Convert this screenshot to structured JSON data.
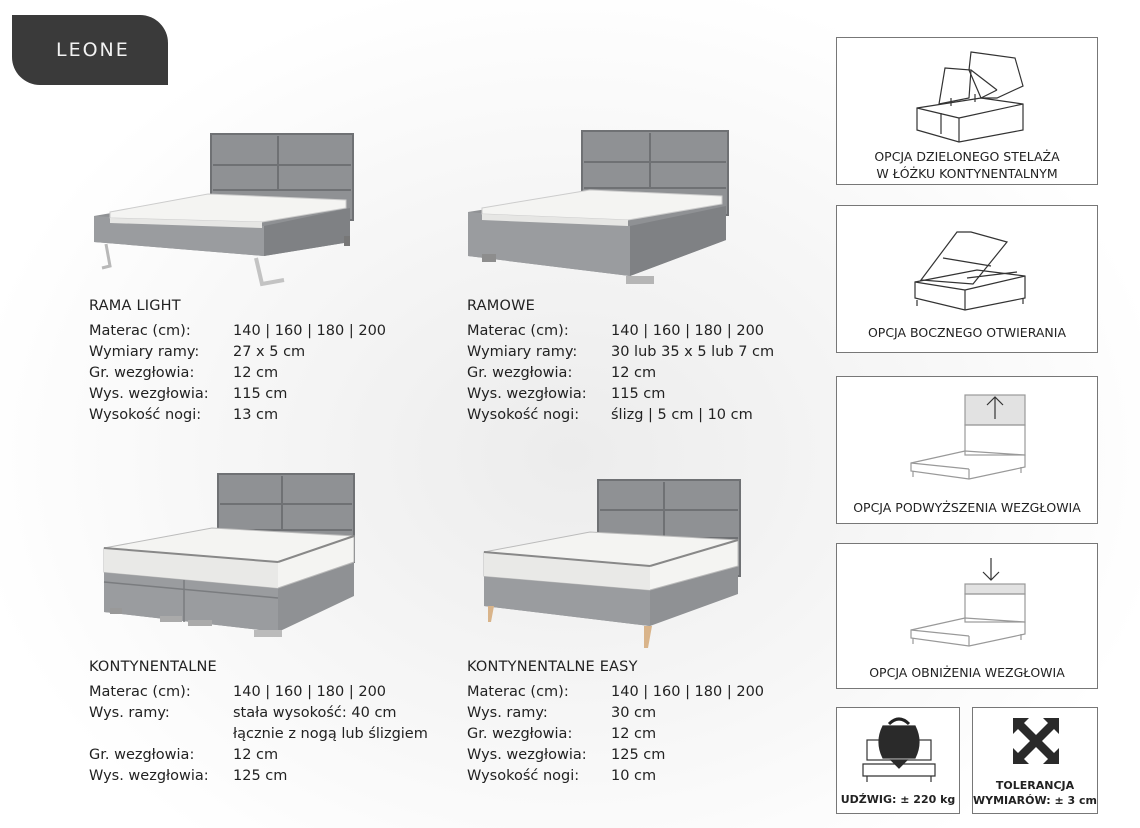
{
  "brand": {
    "name": "LEONE"
  },
  "beds": [
    {
      "id": "rama-light",
      "title": "RAMA LIGHT",
      "specs": [
        {
          "label": "Materac (cm):",
          "value": "140 | 160 | 180 | 200"
        },
        {
          "label": "Wymiary ramy:",
          "value": "27 x 5 cm"
        },
        {
          "label": "Gr. wezgłowia:",
          "value": "12 cm"
        },
        {
          "label": "Wys. wezgłowia:",
          "value": "115 cm"
        },
        {
          "label": "Wysokość nogi:",
          "value": "13 cm"
        }
      ]
    },
    {
      "id": "ramowe",
      "title": "RAMOWE",
      "specs": [
        {
          "label": "Materac (cm):",
          "value": "140 | 160 | 180 | 200"
        },
        {
          "label": "Wymiary ramy:",
          "value": "30 lub 35 x 5 lub 7 cm"
        },
        {
          "label": "Gr. wezgłowia:",
          "value": "12 cm"
        },
        {
          "label": "Wys. wezgłowia:",
          "value": "115 cm"
        },
        {
          "label": "Wysokość nogi:",
          "value": "ślizg | 5 cm | 10 cm"
        }
      ]
    },
    {
      "id": "kontynentalne",
      "title": "KONTYNENTALNE",
      "specs": [
        {
          "label": "Materac (cm):",
          "value": "140 | 160 | 180 | 200"
        },
        {
          "label": "Wys. ramy:",
          "value": "stała wysokość: 40 cm"
        },
        {
          "label": "",
          "value": "łącznie z nogą lub ślizgiem"
        },
        {
          "label": "Gr. wezgłowia:",
          "value": "12 cm"
        },
        {
          "label": "Wys. wezgłowia:",
          "value": "125 cm"
        }
      ]
    },
    {
      "id": "kontynentalne-easy",
      "title": "KONTYNENTALNE EASY",
      "specs": [
        {
          "label": "Materac (cm):",
          "value": "140 | 160 | 180 | 200"
        },
        {
          "label": "Wys. ramy:",
          "value": "30 cm"
        },
        {
          "label": "Gr. wezgłowia:",
          "value": "12 cm"
        },
        {
          "label": "Wys. wezgłowia:",
          "value": "125 cm"
        },
        {
          "label": "Wysokość nogi:",
          "value": "10 cm"
        }
      ]
    }
  ],
  "options": {
    "split_frame": {
      "line1": "OPCJA DZIELONEGO STELAŻA",
      "line2": "W ŁÓŻKU KONTYNENTALNYM",
      "icon": "split-storage-bed-icon"
    },
    "side_opening": {
      "line1": "OPCJA BOCZNEGO OTWIERANIA",
      "icon": "side-opening-bed-icon"
    },
    "headboard_raise": {
      "line1": "OPCJA PODWYŻSZENIA WEZGŁOWIA",
      "icon": "headboard-raise-icon"
    },
    "headboard_lower": {
      "line1": "OPCJA OBNIŻENIA WEZGŁOWIA",
      "icon": "headboard-lower-icon"
    },
    "load": {
      "line1": "UDŹWIG: ± 220 kg",
      "icon": "weight-load-icon"
    },
    "tolerance": {
      "line1": "TOLERANCJA",
      "line2": "WYMIARÓW: ± 3 cm",
      "icon": "tolerance-arrows-icon"
    }
  },
  "colors": {
    "upholstery": "#8f9194",
    "upholstery_dark": "#76787b",
    "mattress": "#f4f4f2",
    "brand_tab": "#3a3a3a",
    "wood_leg": "#d9b48a"
  }
}
